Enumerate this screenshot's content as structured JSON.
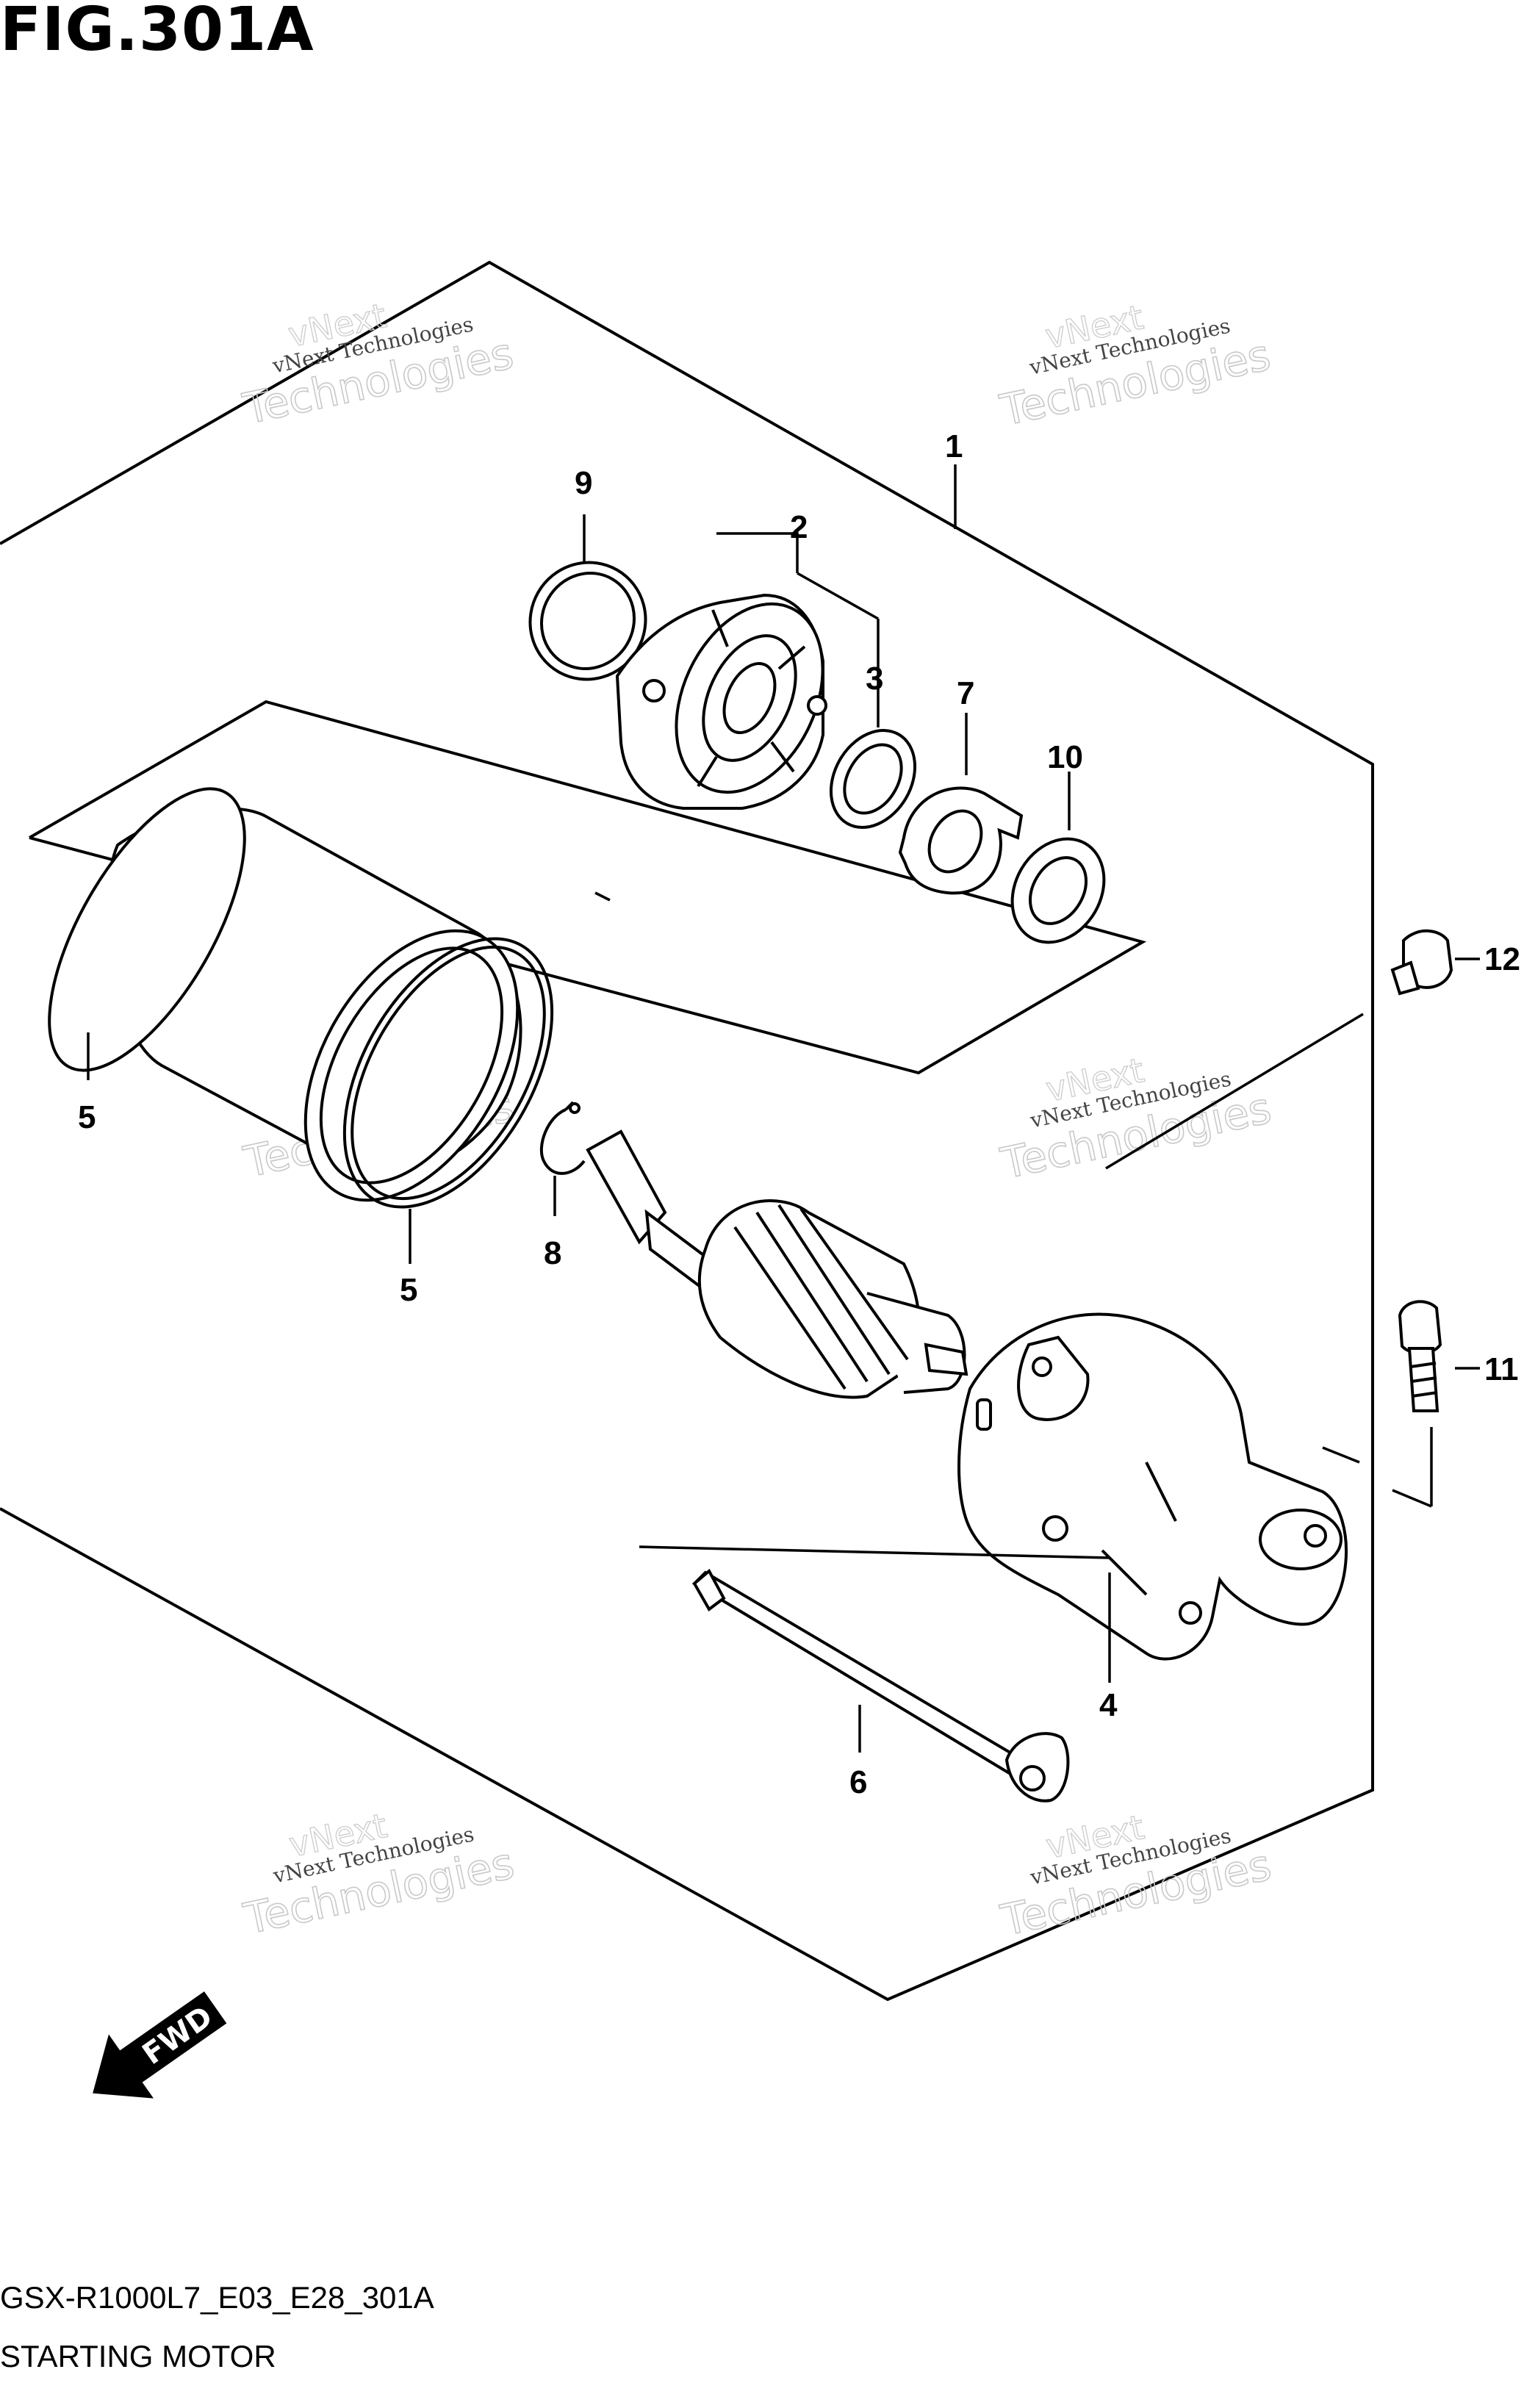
{
  "figure": {
    "title": "FIG.301A",
    "code": "GSX-R1000L7_E03_E28_301A",
    "name": "STARTING MOTOR"
  },
  "callouts": [
    "1",
    "2",
    "3",
    "4",
    "5",
    "5",
    "6",
    "7",
    "8",
    "9",
    "10",
    "11",
    "12"
  ],
  "watermark": {
    "line1": "vNext Technologies",
    "line2": "Technologies",
    "line3": "vNext"
  },
  "direction_label": "FWD"
}
